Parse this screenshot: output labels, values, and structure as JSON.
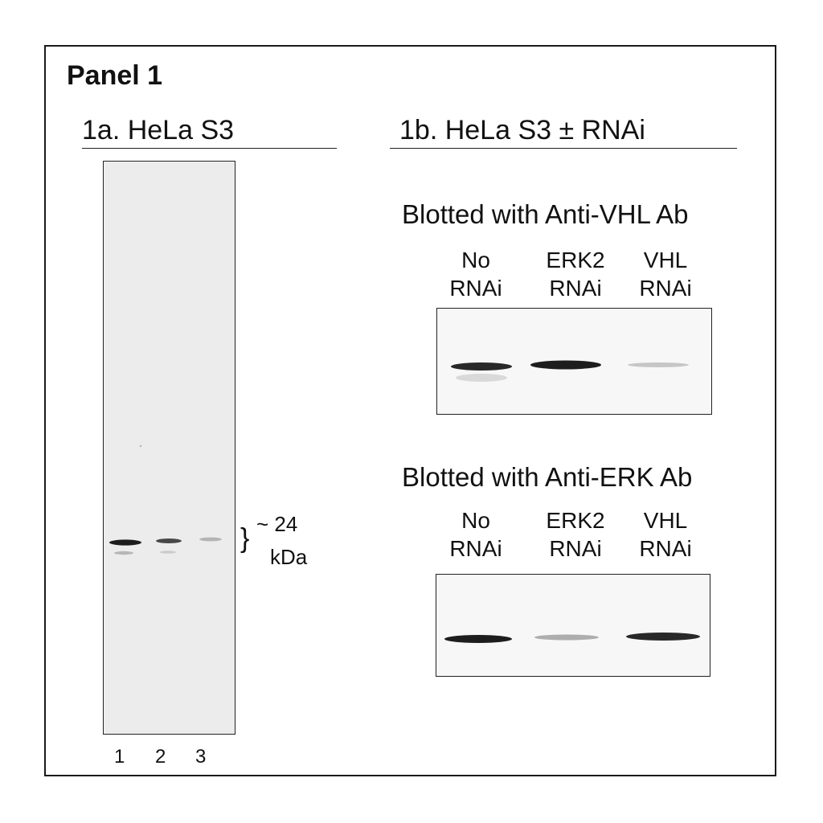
{
  "panel": {
    "title": "Panel 1"
  },
  "panel_a": {
    "title": "1a. HeLa S3",
    "lanes": [
      "1",
      "2",
      "3"
    ],
    "band_intensity": [
      0.95,
      0.75,
      0.3
    ],
    "marker": {
      "brace": "}",
      "line1": "~ 24",
      "line2": "kDa"
    }
  },
  "panel_b": {
    "title": "1b. HeLa S3 ± RNAi",
    "blots": [
      {
        "title": "Blotted with Anti-VHL Ab",
        "lanes": [
          {
            "line1": "No",
            "line2": "RNAi"
          },
          {
            "line1": "ERK2",
            "line2": "RNAi"
          },
          {
            "line1": "VHL",
            "line2": "RNAi"
          }
        ],
        "band_intensity": [
          0.9,
          0.95,
          0.25
        ]
      },
      {
        "title": "Blotted with Anti-ERK Ab",
        "lanes": [
          {
            "line1": "No",
            "line2": "RNAi"
          },
          {
            "line1": "ERK2",
            "line2": "RNAi"
          },
          {
            "line1": "VHL",
            "line2": "RNAi"
          }
        ],
        "band_intensity": [
          0.95,
          0.35,
          0.9
        ]
      }
    ]
  },
  "colors": {
    "membrane_a": "#ececec",
    "membrane_b": "#f7f7f7",
    "band": "#111111",
    "border": "#1a1a1a"
  }
}
